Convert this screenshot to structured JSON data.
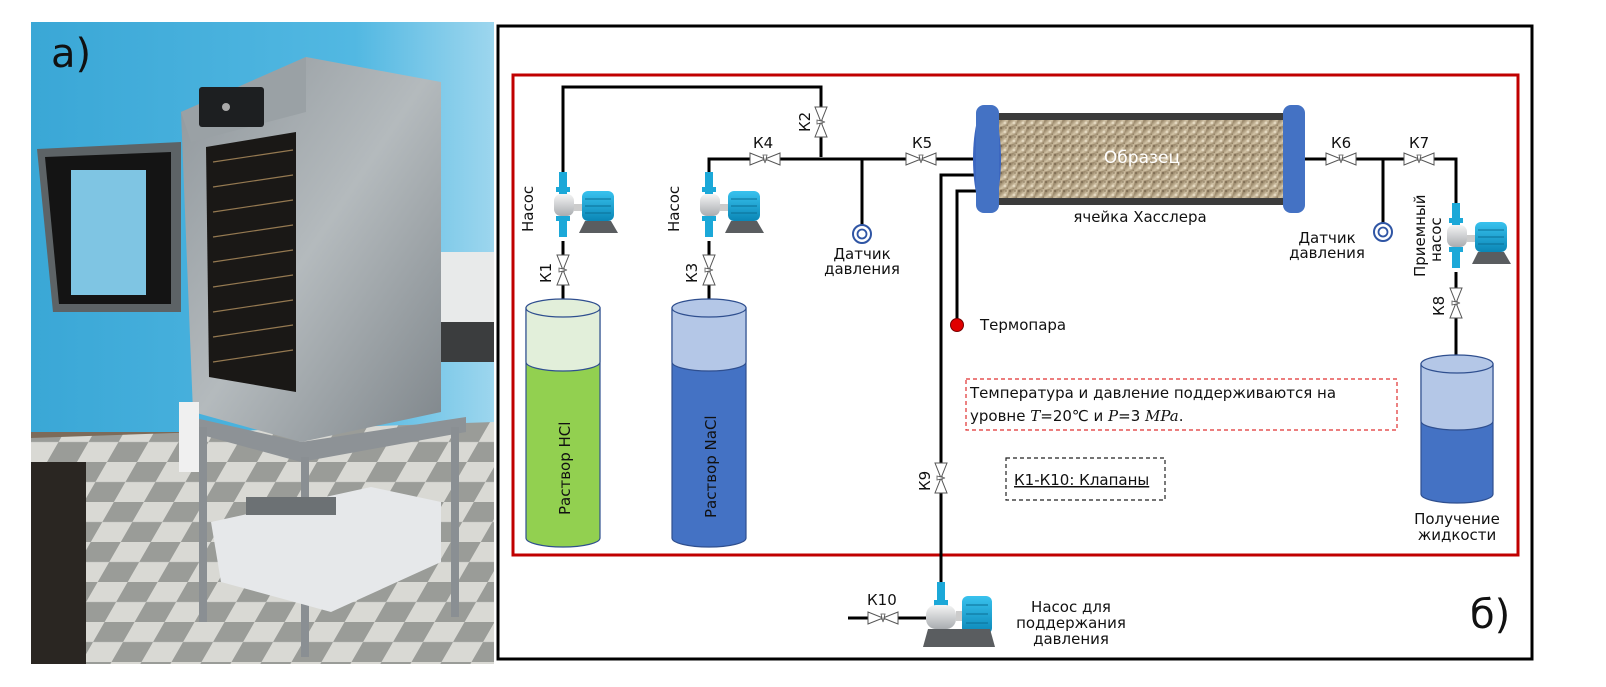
{
  "panel_a": {
    "label": "а)",
    "description": "Photo of laboratory setup: thermostatic oven with open door on a steel stand, syringe pumps underneath"
  },
  "panel_b": {
    "label": "б)",
    "valves": {
      "k1": "К1",
      "k2": "К2",
      "k3": "К3",
      "k4": "К4",
      "k5": "К5",
      "k6": "К6",
      "k7": "К7",
      "k8": "К8",
      "k9": "К9",
      "k10": "К10"
    },
    "pumps": {
      "pump1": "Насос",
      "pump2": "Насос",
      "receiver_line1": "Приемный",
      "receiver_line2": "насос",
      "pressure_line1": "Насос для",
      "pressure_line2": "поддержания",
      "pressure_line3": "давления"
    },
    "sensors": {
      "left_line1": "Датчик",
      "left_line2": "давления",
      "right_line1": "Датчик",
      "right_line2": "давления",
      "thermocouple": "Термопара"
    },
    "vessels": {
      "hcl": "Раствор HCl",
      "nacl": "Раствор NaCl",
      "collect_line1": "Получение",
      "collect_line2": "жидкости"
    },
    "cell": {
      "sample": "Образец",
      "name": "ячейка Хасслера"
    },
    "notes": {
      "conditions_line1": "Температура и давление поддерживаются на",
      "conditions_line2_prefix": "уровне ",
      "T_symbol": "T",
      "T_value": "=20℃ и ",
      "P_symbol": "P",
      "P_value": "=3 ",
      "P_unit": "MPa",
      "period": ".",
      "legend": "К1-К10: Клапаны"
    },
    "colors": {
      "frame_red": "#c00000",
      "hcl_green": "#92d050",
      "nacl_blue": "#4472c4",
      "pump_cyan": "#1ba8d8",
      "thermocouple_red": "#e00000"
    }
  }
}
